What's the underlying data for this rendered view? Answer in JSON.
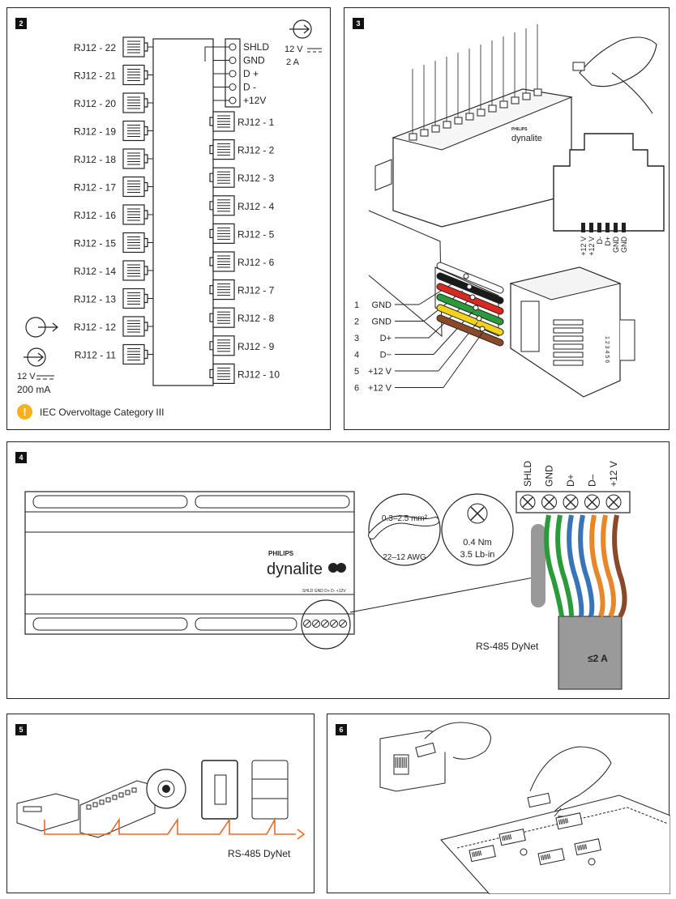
{
  "panel2": {
    "number": "2",
    "terminals": [
      "SHLD",
      "GND",
      "D +",
      "D -",
      "+12V"
    ],
    "supply_voltage": "12 V",
    "supply_current": "2 A",
    "left_ports": [
      "RJ12 - 22",
      "RJ12 - 21",
      "RJ12 - 20",
      "RJ12 - 19",
      "RJ12 - 18",
      "RJ12 - 17",
      "RJ12 - 16",
      "RJ12 - 15",
      "RJ12 - 14",
      "RJ12 - 13",
      "RJ12 - 12",
      "RJ12 - 11"
    ],
    "right_ports": [
      "RJ12 - 1",
      "RJ12 - 2",
      "RJ12 - 3",
      "RJ12 - 4",
      "RJ12 - 5",
      "RJ12 - 6",
      "RJ12 - 7",
      "RJ12 - 8",
      "RJ12 - 9",
      "RJ12 - 10"
    ],
    "port_voltage": "12 V",
    "port_current": "200 mA",
    "warning": "IEC Overvoltage Category III"
  },
  "panel3": {
    "number": "3",
    "brand_small": "PHILIPS",
    "brand": "dynalite",
    "pin_labels": [
      "+12 V",
      "+12 V",
      "D-",
      "D+",
      "GND",
      "GND"
    ],
    "wires": [
      {
        "num": "1",
        "label": "GND",
        "color": "#ffffff"
      },
      {
        "num": "2",
        "label": "GND",
        "color": "#1a1a1a"
      },
      {
        "num": "3",
        "label": "D+",
        "color": "#d9281f"
      },
      {
        "num": "4",
        "label": "D−",
        "color": "#2a9a3a"
      },
      {
        "num": "5",
        "label": "+12 V",
        "color": "#f2d21a"
      },
      {
        "num": "6",
        "label": "+12 V",
        "color": "#8a4a2a"
      }
    ],
    "connector_pins": "1 2 3 4 5 6"
  },
  "panel4": {
    "number": "4",
    "brand_small": "PHILIPS",
    "brand": "dynalite",
    "terminal_strip": "SHLD GND D+ D- +12V",
    "wire_gauge": "0.3–2.5 mm²",
    "awg": "22–12 AWG",
    "torque_nm": "0.4 Nm",
    "torque_lb": "3.5 Lb-in",
    "terminals": [
      "SHLD",
      "GND",
      "D+",
      "D–",
      "+12 V"
    ],
    "bus": "RS-485 DyNet",
    "cable_rating": "≤2 A"
  },
  "panel5": {
    "number": "5",
    "bus": "RS-485 DyNet"
  },
  "panel6": {
    "number": "6"
  },
  "colors": {
    "accent": "#e86a2a",
    "warning": "#f5b21b"
  }
}
